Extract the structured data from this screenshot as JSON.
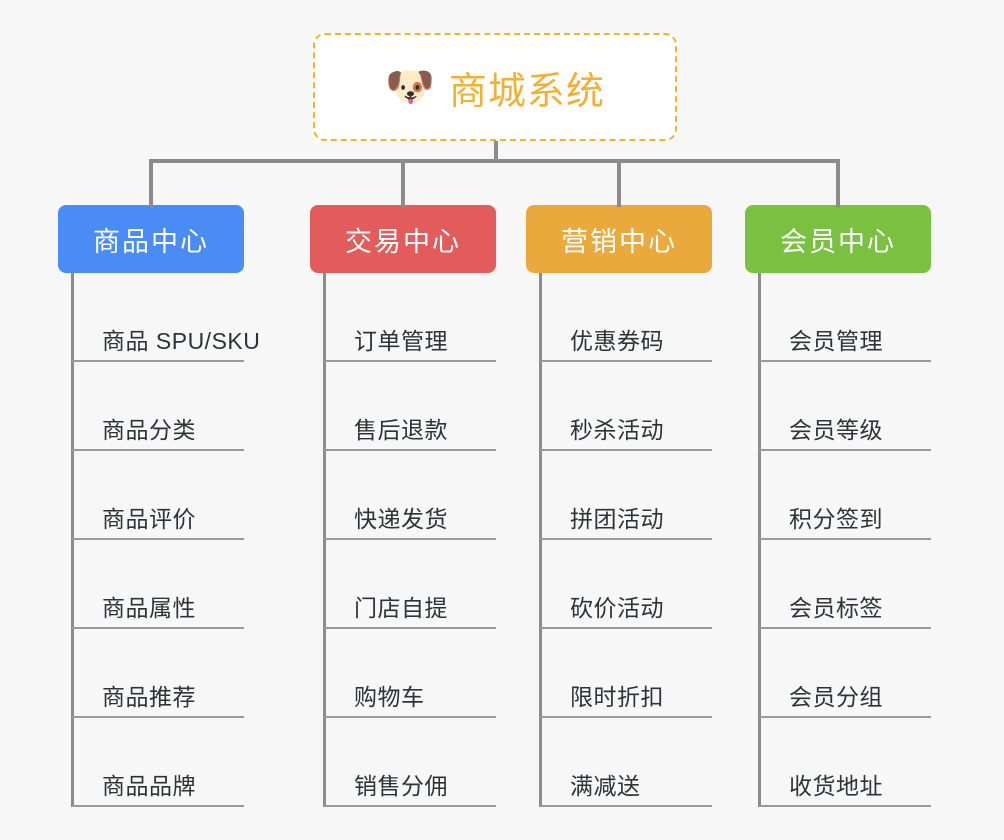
{
  "root": {
    "icon": "dog-face-emoji",
    "icon_glyph": "🐶",
    "title": "商城系统"
  },
  "theme": {
    "background": "#f7f7f7",
    "root_border": "#f0b429",
    "root_text": "#f2b134",
    "connector": "#8c8c8c",
    "leaf_text": "#2f3337",
    "leaf_rule": "#9a9a9a"
  },
  "columns": [
    {
      "id": "product-center",
      "label": "商品中心",
      "color": "#4a8cf5",
      "items": [
        {
          "label": "商品 SPU/SKU"
        },
        {
          "label": "商品分类"
        },
        {
          "label": "商品评价"
        },
        {
          "label": "商品属性"
        },
        {
          "label": "商品推荐"
        },
        {
          "label": "商品品牌"
        }
      ]
    },
    {
      "id": "trade-center",
      "label": "交易中心",
      "color": "#e25c5c",
      "items": [
        {
          "label": "订单管理"
        },
        {
          "label": "售后退款"
        },
        {
          "label": "快递发货"
        },
        {
          "label": "门店自提"
        },
        {
          "label": "购物车"
        },
        {
          "label": "销售分佣"
        }
      ]
    },
    {
      "id": "marketing-center",
      "label": "营销中心",
      "color": "#eaa93c",
      "items": [
        {
          "label": "优惠券码"
        },
        {
          "label": "秒杀活动"
        },
        {
          "label": "拼团活动"
        },
        {
          "label": "砍价活动"
        },
        {
          "label": "限时折扣"
        },
        {
          "label": "满减送"
        }
      ]
    },
    {
      "id": "member-center",
      "label": "会员中心",
      "color": "#7ac142",
      "items": [
        {
          "label": "会员管理"
        },
        {
          "label": "会员等级"
        },
        {
          "label": "积分签到"
        },
        {
          "label": "会员标签"
        },
        {
          "label": "会员分组"
        },
        {
          "label": "收货地址"
        }
      ]
    }
  ]
}
